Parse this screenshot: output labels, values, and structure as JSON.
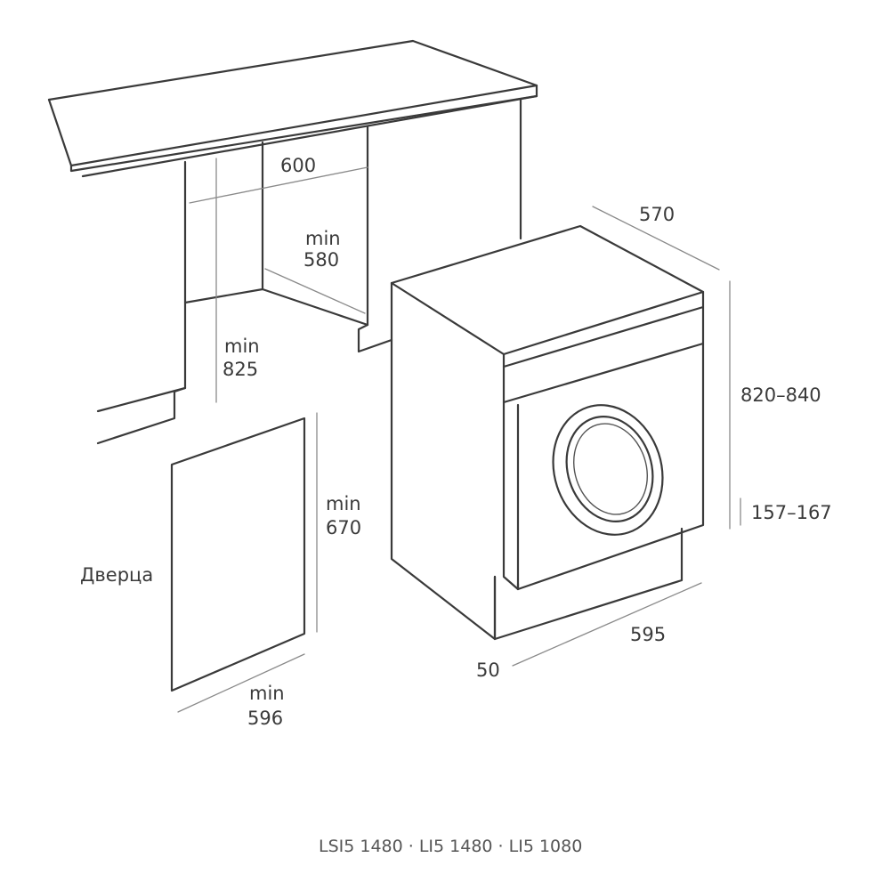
{
  "diagram": {
    "labels": {
      "opening_width": "600",
      "opening_depth_min": "min",
      "opening_depth_value": "580",
      "opening_height_min": "min",
      "opening_height_value": "825",
      "door_height_min": "min",
      "door_height_value": "670",
      "door_name": "Дверца",
      "door_width_min": "min",
      "door_width_value": "596",
      "machine_depth": "570",
      "machine_height": "820–840",
      "plinth_height": "157–167",
      "machine_width": "595",
      "foot_depth": "50"
    },
    "caption": "LSI5 1480 · LI5 1480 · LI5 1080"
  }
}
